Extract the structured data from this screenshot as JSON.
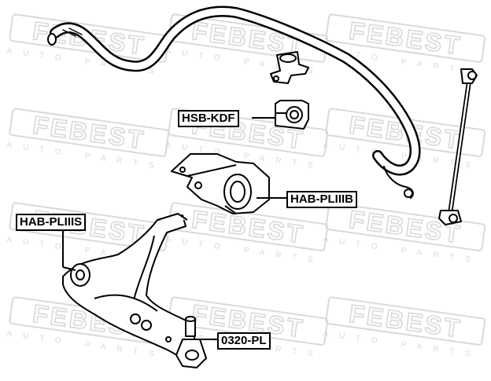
{
  "watermark": {
    "brand": "FEBEST",
    "tagline": "AUTO PARTS",
    "color": "#d9d9d9"
  },
  "labels": {
    "hsb_kdf": "HSB-KDF",
    "hab_pliiib": "HAB-PLIIIB",
    "hab_pliiis": "HAB-PLIIIS",
    "pl_0320": "0320-PL"
  }
}
